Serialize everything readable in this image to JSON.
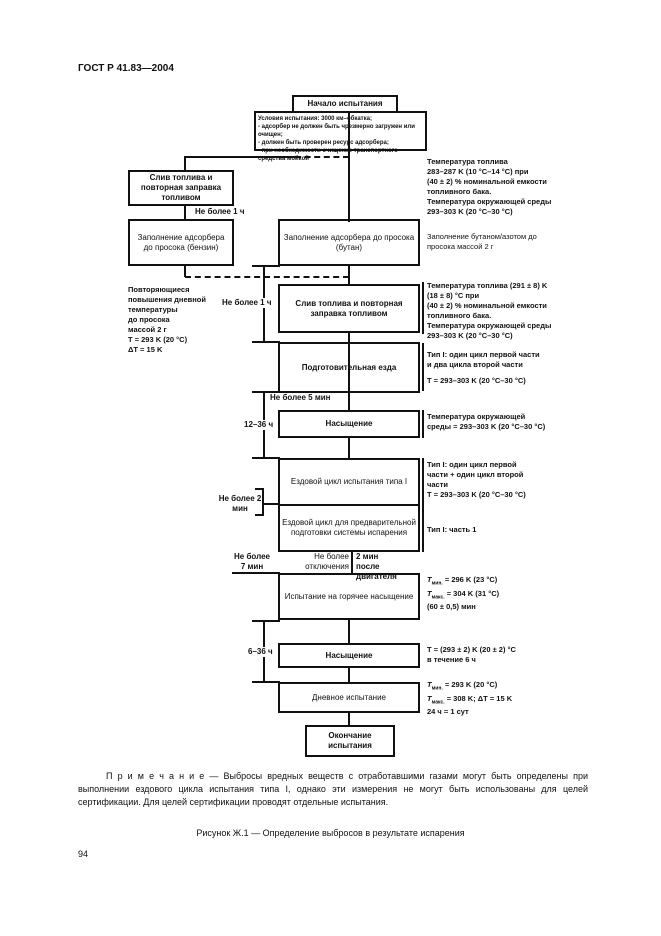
{
  "header": "ГОСТ Р 41.83—2004",
  "flow": {
    "start": "Начало испытания",
    "conditions": [
      "Условия испытания: 3000 км–обкатка;",
      "- адсорбер не должен быть чрезмерно загружен или очищен;",
      "- должен быть проверен ресурс адсорбера;",
      "- при необходимости очищение транспортного средства мойкой"
    ],
    "drain_left": "Слив топлива и повторная заправка топливом",
    "max_1h_a": "Не более 1 ч",
    "fill_petrol": "Заполнение адсорбера до просока (бензин)",
    "fill_butane": "Заполнение адсорбера до просока (бутан)",
    "repeat_note": [
      "Повторяющиеся",
      "повышения дневной",
      "температуры",
      "до просока",
      "массой 2 г",
      "T = 293 K (20 °C)",
      "ΔT = 15 K"
    ],
    "max_1h_b": "Не более 1 ч",
    "drain_right": "Слив топлива и повторная заправка топливом",
    "precond": "Подготовительная езда",
    "max_5min": "Не более 5 мин",
    "soak1": "Насыщение",
    "h12_36": "12–36 ч",
    "drive_type1": "Ездовой цикл испытания типа I",
    "drive_precond": "Ездовой цикл для предварительной подготовки системы испарения",
    "max_2min": "Не более 2 мин",
    "max_7min": "Не более 7 мин",
    "after_off_a": "Не более отключения",
    "after_off_b": "2 мин после двигателя",
    "hot_soak": "Испытание на горячее насыщение",
    "h6_36": "6–36 ч",
    "soak2": "Насыщение",
    "diurnal": "Дневное испытание",
    "end": "Окончание испытания"
  },
  "notes": {
    "n1": [
      "Температура топлива",
      "283–287 K (10 °C–14 °C) при",
      "(40 ± 2) % номинальной емкости",
      "топливного бака.",
      "Температура окружающей среды",
      "293–303 K (20 °C–30 °C)"
    ],
    "n2": [
      "Заполнение бутаном/азотом до",
      "просока массой 2 г"
    ],
    "n3": [
      "Температура топлива (291 ± 8) K",
      "(18 ± 8) °C при",
      "(40 ± 2) % номинальной емкости",
      "топливного бака.",
      "Температура окружающей среды",
      "293–303 K (20 °C–30 °C)"
    ],
    "n4": [
      "Тип I: один цикл первой части",
      "и два цикла второй части",
      "T = 293–303 K (20 °C–30 °C)"
    ],
    "n5": [
      "Температура окружающей",
      "среды = 293–303 K (20 °C–30 °C)"
    ],
    "n6": [
      "Тип I: один цикл первой",
      "части + один цикл второй",
      "части",
      "T = 293–303 K (20 °C–30 °C)"
    ],
    "n7": "Тип I: часть 1",
    "n8": [
      "T",
      "мин.",
      "= 296 K (23 °C)",
      "T",
      "макс.",
      "= 304 K (31 °C)",
      "(60 ± 0,5) мин"
    ],
    "n9": [
      "T = (293 ± 2) K  (20 ± 2) °C",
      "в течение 6 ч"
    ],
    "n10": [
      "T",
      "мин.",
      "= 293 K (20 °C)",
      "T",
      "макс.",
      "= 308 K; ΔT = 15 K",
      "24 ч = 1 сут"
    ]
  },
  "footnote": "П р и м е ч а н и е — Выбросы вредных веществ с отработавшими газами могут быть определены при выполнении ездового цикла испытания типа I, однако эти измерения не могут быть использованы для целей сертификации. Для целей сертификации проводят отдельные испытания.",
  "caption": "Рисунок Ж.1 — Определение выбросов в результате испарения",
  "page_number": "94"
}
